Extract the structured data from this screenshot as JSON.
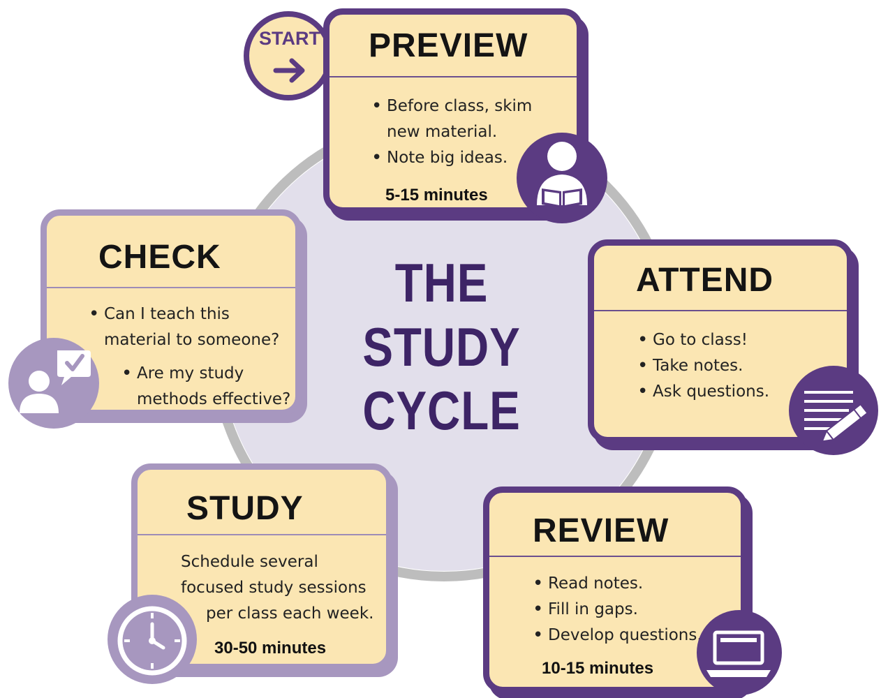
{
  "title_lines": [
    "THE",
    "STUDY",
    "CYCLE"
  ],
  "start_label": "START",
  "preview": {
    "heading": "PREVIEW",
    "bullets": [
      "Before class, skim",
      "new material.",
      "Note big ideas."
    ],
    "time": "5-15 minutes",
    "icon": "reading-person-icon"
  },
  "attend": {
    "heading": "ATTEND",
    "bullets": [
      "Go to class!",
      "Take notes.",
      "Ask questions."
    ],
    "icon": "notes-pencil-icon"
  },
  "review": {
    "heading": "REVIEW",
    "bullets": [
      "Read notes.",
      "Fill in gaps.",
      "Develop questions."
    ],
    "time": "10-15 minutes",
    "icon": "laptop-icon"
  },
  "study": {
    "heading": "STUDY",
    "lines": [
      "Schedule several",
      "focused study sessions",
      "per class each week."
    ],
    "time": "30-50 minutes",
    "icon": "clock-icon"
  },
  "check": {
    "heading": "CHECK",
    "bullets": [
      "Can I teach this",
      "material to someone?",
      "Are my study",
      "methods effective?"
    ],
    "icon": "person-checkmark-speech-icon"
  },
  "colors": {
    "dark_purple": "#5b3b82",
    "light_purple": "#a797bf",
    "title_purple": "#3d2466",
    "card_fill": "#fbe6b3",
    "center_circle": "#e2dfeb",
    "ring": "#bdbdbd"
  }
}
